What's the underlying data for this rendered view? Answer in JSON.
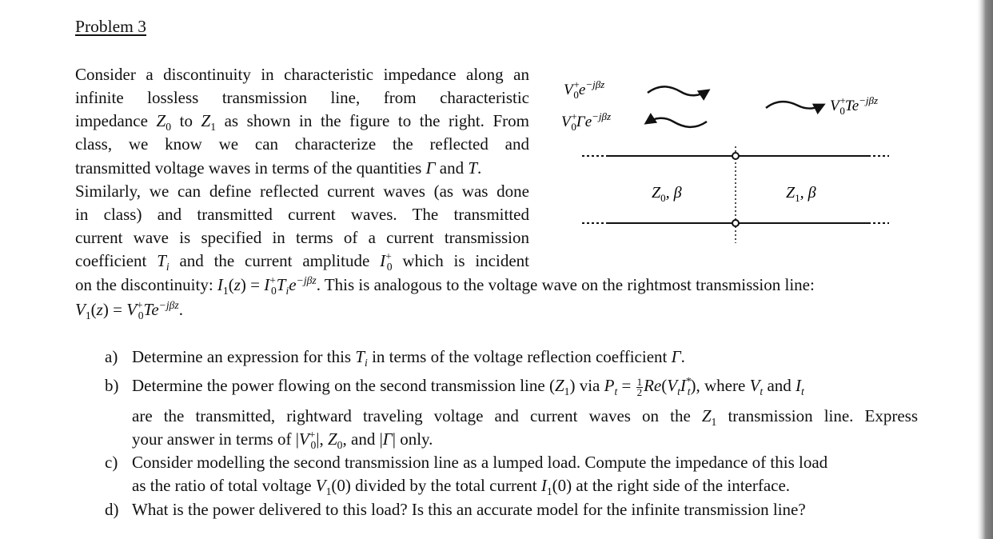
{
  "heading": "Problem 3",
  "paragraph": {
    "l1": "Consider a discontinuity in characteristic impedance along an",
    "l2": "infinite lossless transmission line, from characteristic",
    "l3a": "impedance ",
    "l3b": "Z",
    "l3c": "0",
    "l3d": " to ",
    "l3e": "Z",
    "l3f": "1",
    "l3g": " as shown in the figure to the right. From",
    "l4": "class, we know we can characterize the reflected and",
    "l5a": "transmitted voltage waves in terms of the quantities ",
    "l5b": "Γ",
    "l5c": " and ",
    "l5d": "T",
    "l5e": ".",
    "l6": "Similarly, we can define reflected current waves (as was done",
    "l7": "in class) and transmitted current waves. The transmitted",
    "l8": "current wave is specified in terms of a current transmission",
    "l9a": "coefficient ",
    "l9b": "T",
    "l9c": "i",
    "l9d": " and the current amplitude ",
    "l9e": "I",
    "l9f": "+",
    "l9g": "0",
    "l9h": " which is incident",
    "l10a": "on the discontinuity: ",
    "l10b": "I",
    "l10c": "1",
    "l10d": "(",
    "l10e": "z",
    "l10f": ") = ",
    "l10g": "I",
    "l10h": "+",
    "l10i": "0",
    "l10j": "T",
    "l10k": "i",
    "l10l": "e",
    "l10m": "−jβz",
    "l10n": ". This is analogous to the voltage wave on the rightmost transmission line:",
    "l11a": "V",
    "l11b": "1",
    "l11c": "(",
    "l11d": "z",
    "l11e": ") = ",
    "l11f": "V",
    "l11g": "+",
    "l11h": "0",
    "l11i": "T",
    "l11j": "e",
    "l11k": "−jβz",
    "l11l": "."
  },
  "questions": {
    "a_label": "a)",
    "a1": "Determine an expression for this ",
    "a2": "T",
    "a3": "i",
    "a4": " in terms of the voltage reflection coefficient ",
    "a5": "Γ",
    "a6": ".",
    "b_label": "b)",
    "b1": "Determine the power flowing on the second transmission line (",
    "b2": "Z",
    "b3": "1",
    "b4": ") via ",
    "b5": "P",
    "b6": "t",
    "b7": " = ",
    "b_num": "1",
    "b_den": "2",
    "b8": "Re",
    "b9": "(",
    "b10": "V",
    "b11": "t",
    "b12": "I",
    "b13": "*",
    "b14": "t",
    "b15": "), where ",
    "b16": "V",
    "b17": "t",
    "b18": " and ",
    "b19": "I",
    "b20": "t",
    "b2_1": "are the transmitted, rightward traveling voltage and current waves on the ",
    "b2_2": "Z",
    "b2_3": "1",
    "b2_4": " transmission line. Express",
    "b3_1": "your answer in terms of |",
    "b3_2": "V",
    "b3_3": "+",
    "b3_4": "0",
    "b3_5": "|, ",
    "b3_6": "Z",
    "b3_7": "0",
    "b3_8": ", and |",
    "b3_9": "Γ",
    "b3_10": "| only.",
    "c_label": "c)",
    "c1": "Consider modelling the second transmission line as a lumped load. Compute the impedance of this load",
    "c2_1": "as the ratio of total voltage ",
    "c2_2": "V",
    "c2_3": "1",
    "c2_4": "(0) divided by the total current ",
    "c2_5": "I",
    "c2_6": "1",
    "c2_7": "(0) at the right side of the interface.",
    "d_label": "d)",
    "d1": "What is the power delivered to this load? Is this an accurate model for the infinite transmission line?"
  },
  "figure": {
    "incident_label": "V",
    "incident_sup": "+",
    "incident_sub": "0",
    "incident_tail": "e",
    "incident_exp": "−jβz",
    "reflected_label": "V",
    "reflected_sup": "+",
    "reflected_sub": "0",
    "reflected_mid": "Γe",
    "reflected_exp": "−jβz",
    "transmitted_label": "V",
    "transmitted_sup": "+",
    "transmitted_sub": "0",
    "transmitted_mid": "Te",
    "transmitted_exp": "−jβz",
    "left_Z": "Z",
    "left_sub": "0",
    "left_tail": ", β",
    "right_Z": "Z",
    "right_sub": "1",
    "right_tail": ", β"
  }
}
